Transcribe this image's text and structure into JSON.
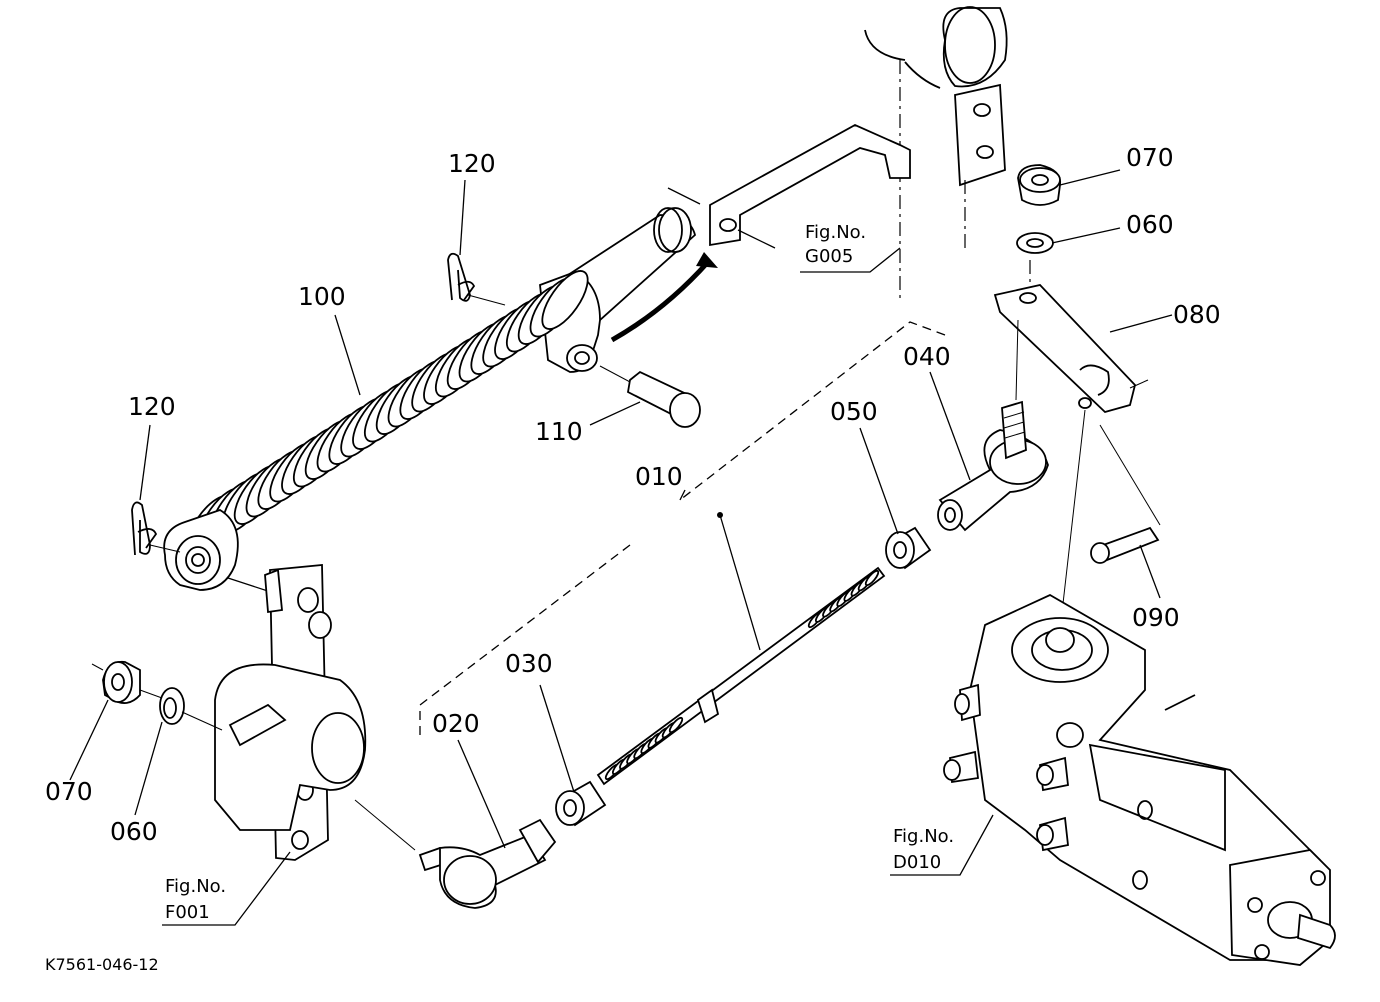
{
  "diagram": {
    "parts": [
      {
        "id": "p010",
        "number": "010"
      },
      {
        "id": "p020",
        "number": "020"
      },
      {
        "id": "p030",
        "number": "030"
      },
      {
        "id": "p040",
        "number": "040"
      },
      {
        "id": "p050",
        "number": "050"
      },
      {
        "id": "p060a",
        "number": "060"
      },
      {
        "id": "p060b",
        "number": "060"
      },
      {
        "id": "p070a",
        "number": "070"
      },
      {
        "id": "p070b",
        "number": "070"
      },
      {
        "id": "p080",
        "number": "080"
      },
      {
        "id": "p090",
        "number": "090"
      },
      {
        "id": "p100",
        "number": "100"
      },
      {
        "id": "p110",
        "number": "110"
      },
      {
        "id": "p120a",
        "number": "120"
      },
      {
        "id": "p120b",
        "number": "120"
      }
    ],
    "figure_refs": [
      {
        "id": "g005",
        "prefix": "Fig.No.",
        "code": "G005"
      },
      {
        "id": "f001",
        "prefix": "Fig.No.",
        "code": "F001"
      },
      {
        "id": "d010",
        "prefix": "Fig.No.",
        "code": "D010"
      }
    ],
    "drawing_code": "K7561-046-12"
  }
}
